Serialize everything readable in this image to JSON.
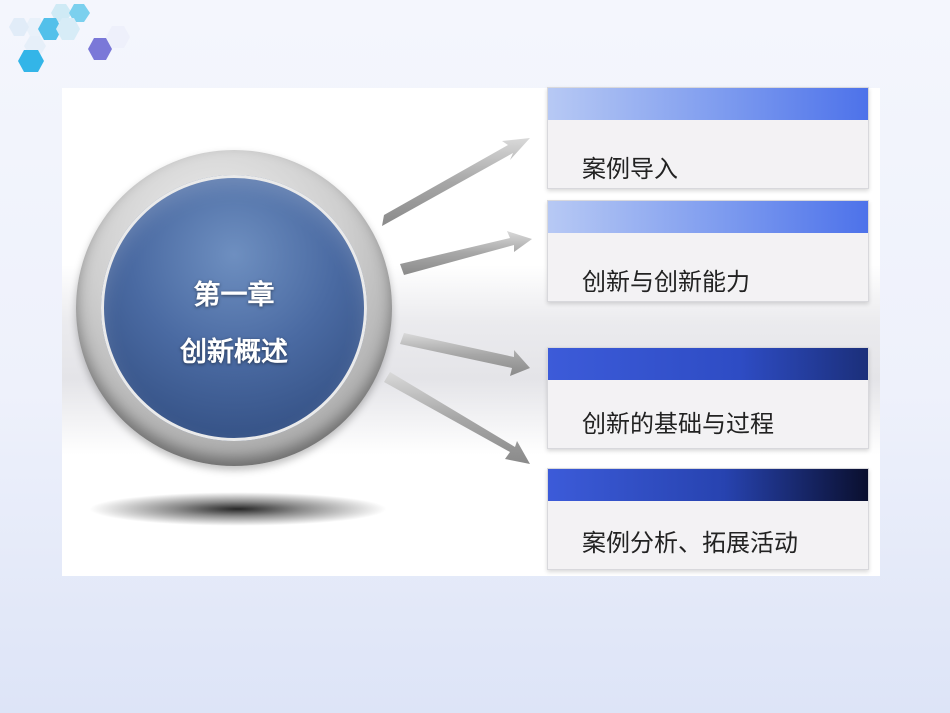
{
  "center": {
    "title": "第一章",
    "subtitle": "创新概述"
  },
  "items": [
    {
      "label": "案例导入"
    },
    {
      "label": "创新与创新能力"
    },
    {
      "label": "创新的基础与过程"
    },
    {
      "label": "案例分析、拓展活动"
    }
  ],
  "colors": {
    "circle_blue": "#4a6aa2",
    "bar_blue": "#4d72ea",
    "bar_dark": "#1b2f7a",
    "hex_cyan": "#33b5e8",
    "hex_purple": "#7a78d8"
  },
  "icons": [
    "hexagon-cluster-icon",
    "arrow-right-icon"
  ]
}
